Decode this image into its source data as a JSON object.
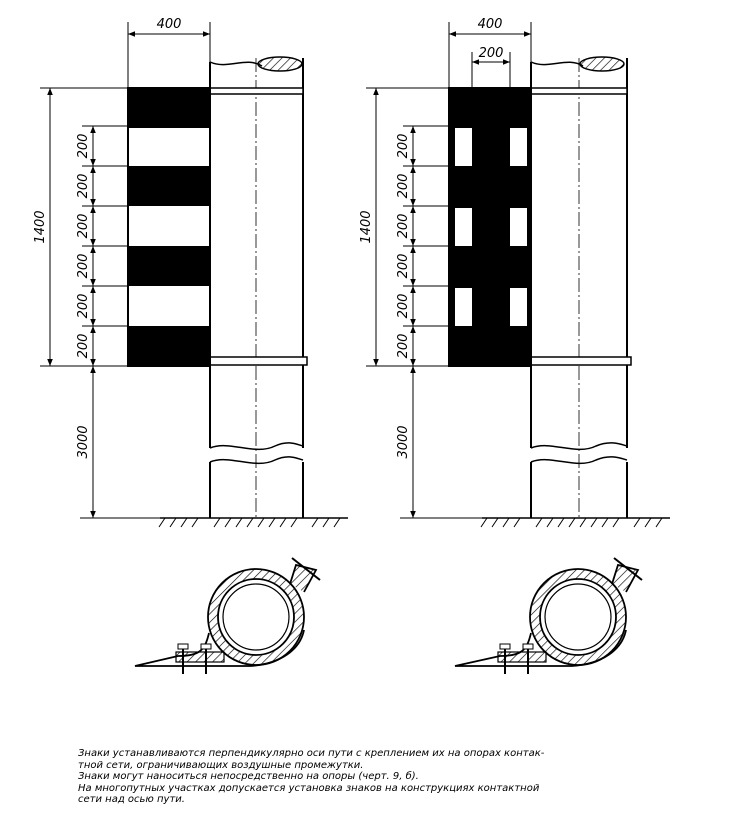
{
  "left_sign": {
    "width_dim": "400",
    "height_dim": "1400",
    "band_dims": [
      "200",
      "200",
      "200",
      "200",
      "200",
      "200"
    ],
    "mount_dim": "3000"
  },
  "right_sign": {
    "width_dim": "400",
    "inner_width_dim": "200",
    "height_dim": "1400",
    "band_dims": [
      "200",
      "200",
      "200",
      "200",
      "200",
      "200"
    ],
    "mount_dim": "3000"
  },
  "notes": [
    "Знаки устанавливаются перпендикулярно оси пути с креплением их на опорах контак-",
    "тной сети, ограничивающих воздушные промежутки.",
    "Знаки могут наноситься непосредственно на опоры (черт. 9, б).",
    "На многопутных участках допускается установка знаков на конструкциях контактной",
    "сети над осью пути."
  ]
}
